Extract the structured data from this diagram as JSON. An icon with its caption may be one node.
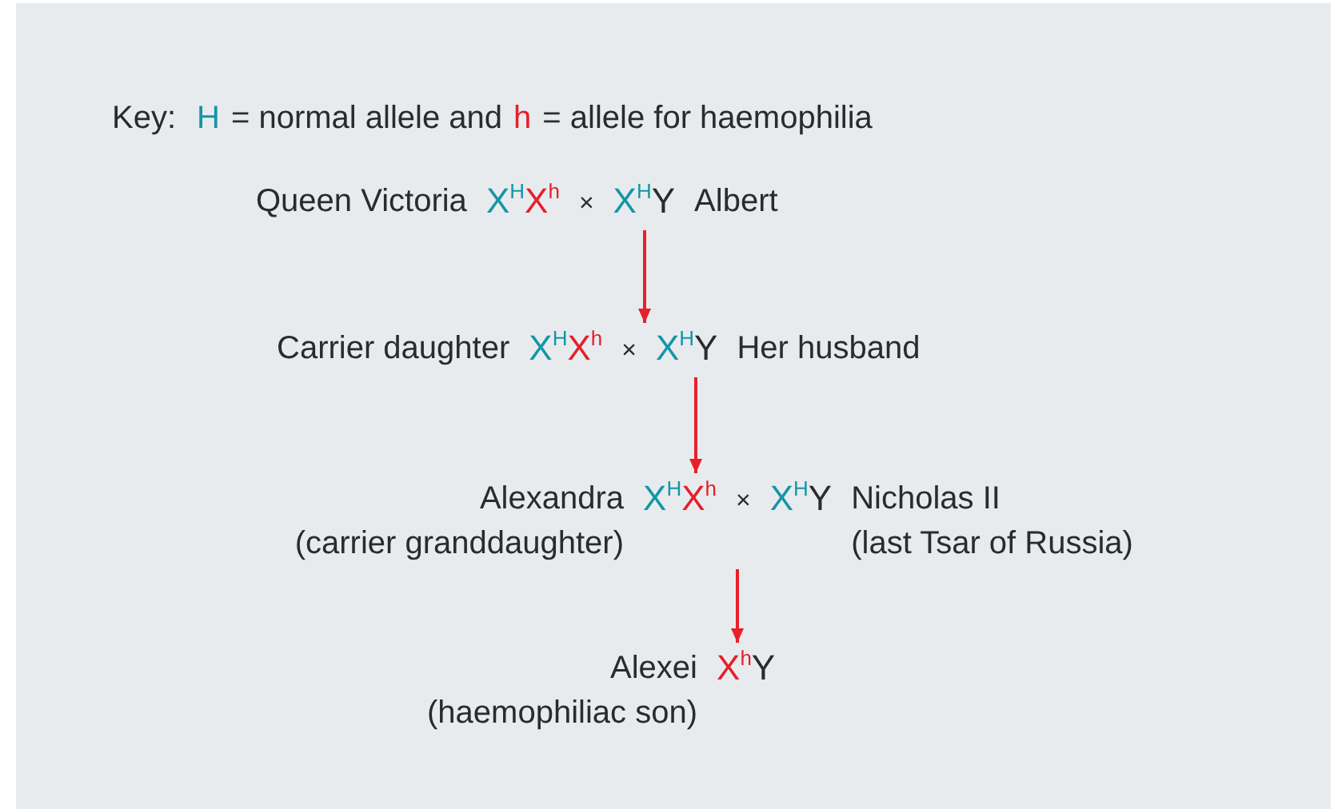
{
  "diagram": {
    "nodes": [
      {
        "text": [
          "Queen Victoria",
          "X$^{H}$X$^{h}$",
          "×",
          "X$^{H}$Y",
          "Albert"
        ]
      },
      {
        "text": [
          "Carrier daughter",
          "X$^{H}$X$^{h}$",
          "×",
          "X$^{H}$Y",
          "Her husband"
        ]
      },
      {
        "text": [
          "Alexandra",
          "(carrier granddaughter)",
          "X$^{H}$X$^{h}$",
          "×",
          "X$^{H}$Y",
          "Nicholas II",
          "(last Tsar of Russia)"
        ]
      },
      {
        "text": [
          "Alexei",
          "(haemophiliac son)",
          "X$^{h}$Y"
        ]
      }
    ],
    "edges": [
      {
        "from": 0,
        "to": 1,
        "arrow": "to"
      },
      {
        "from": 1,
        "to": 2,
        "arrow": "to"
      },
      {
        "from": 2,
        "to": 3,
        "arrow": "to"
      }
    ],
    "labels": [
      "Key:",
      "H",
      "= normal allele and",
      "h",
      "= allele for haemophilia"
    ]
  }
}
